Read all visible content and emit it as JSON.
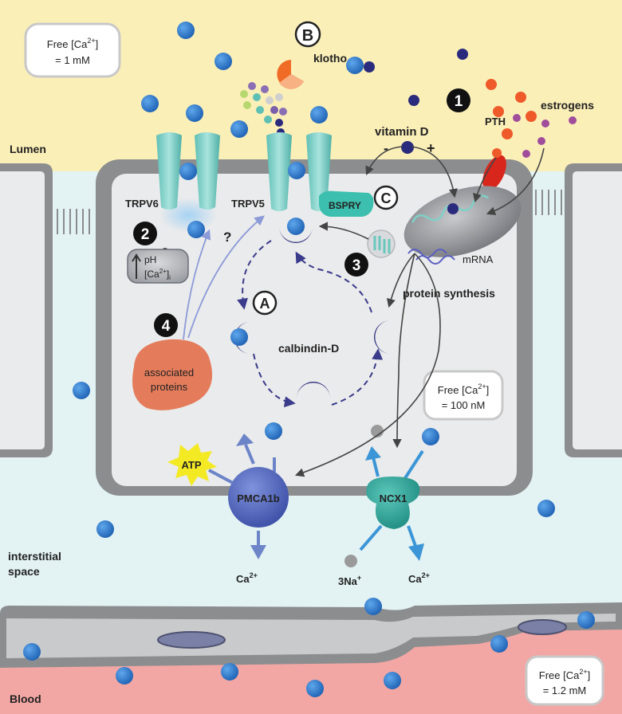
{
  "regions": {
    "lumen": "Lumen",
    "interstitial_line1": "interstitial",
    "interstitial_line2": "space",
    "blood": "Blood"
  },
  "concentrations": {
    "lumen": {
      "line1": "Free [Ca",
      "sup": "2+",
      "line1_end": "]",
      "line2": "= 1 mM"
    },
    "cell": {
      "line1": "Free [Ca",
      "sup": "2+",
      "line1_end": "]",
      "line2": "= 100 nM"
    },
    "blood": {
      "line1": "Free [Ca",
      "sup": "2+",
      "line1_end": "]",
      "line2": "= 1.2 mM"
    }
  },
  "markers": {
    "num1": "1",
    "num2": "2",
    "num3": "3",
    "num4": "4",
    "letA": "A",
    "letB": "B",
    "letC": "C"
  },
  "labels": {
    "klotho": "klotho",
    "pth": "PTH",
    "estrogens": "estrogens",
    "vitamin_d": "vitamin D",
    "minus": "-",
    "plus": "+",
    "trpv6": "TRPV6",
    "trpv5": "TRPV5",
    "bspry": "BSPRY",
    "mrna": "mRNA",
    "protein_synthesis": "protein synthesis",
    "calbindin": "calbindin-D",
    "question": "?",
    "ph": "pH",
    "ca_i": "[Ca",
    "ca_i_sup": "2+",
    "ca_i_sub": "i",
    "ca_i_end": "]",
    "inhib": "-",
    "associated_line1": "associated",
    "associated_line2": "proteins",
    "atp": "ATP",
    "pmca": "PMCA1b",
    "ncx": "NCX1",
    "ca_out1": "Ca",
    "ca_out1_sup": "2+",
    "na": "3Na",
    "na_sup": "+",
    "ca_out2": "Ca",
    "ca_out2_sup": "2+"
  },
  "colors": {
    "lumen": "#fbefb8",
    "interstitial": "#e3f2f3",
    "blood": "#f2a7a4",
    "cell_wall": "#8b8d8f",
    "cytoplasm": "#eaebec",
    "calcium": "#2e78c8",
    "channel": "#8fd3cc",
    "calbindin": "#2a2b7c",
    "pmca": "#4d62b8",
    "ncx": "#2fa79b",
    "associated": "#e47c5b",
    "atp": "#f4ea24",
    "pth": "#ef5a2a",
    "estrogen": "#a04d9c"
  }
}
